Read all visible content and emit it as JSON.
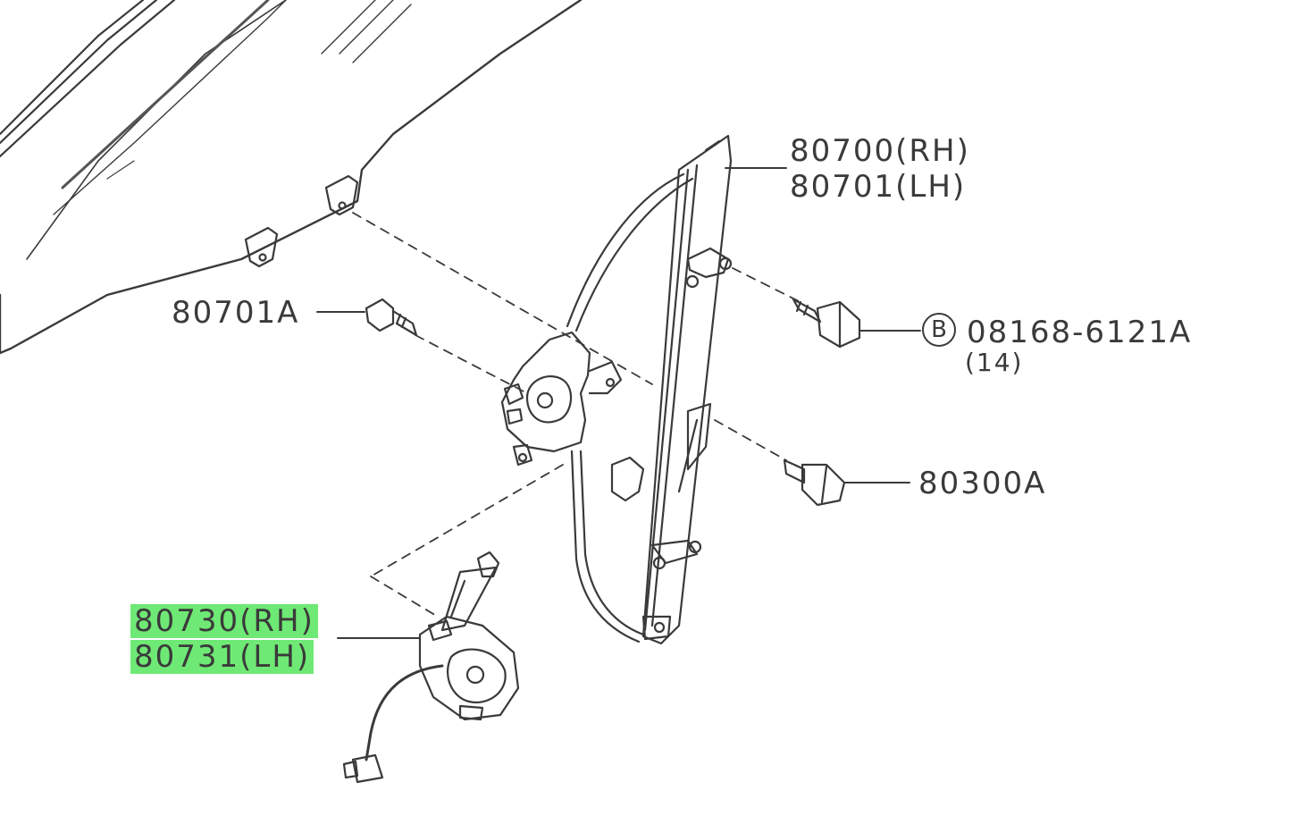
{
  "labels": {
    "regulator_rh": "80700(RH)",
    "regulator_lh": "80701(LH)",
    "bolt_left": "80701A",
    "ref_letter": "B",
    "bolt_right_part": "08168-6121A",
    "bolt_right_qty": "(14)",
    "nut": "80300A",
    "motor_rh": "80730(RH)",
    "motor_lh": "80731(LH)"
  },
  "colors": {
    "line": "#3a3a3a",
    "highlight": "#38e040"
  }
}
